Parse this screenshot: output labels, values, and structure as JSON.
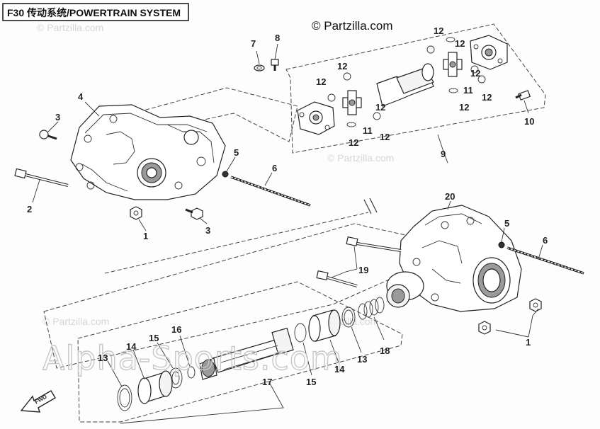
{
  "header": {
    "title": "F30 传动系统/POWERTRAIN SYSTEM",
    "copyright": "© Partzilla.com"
  },
  "watermarks": {
    "partzilla": "© Partzilla.com",
    "dealer": "Alpha-Sports.com"
  },
  "fwd_label": "FWD",
  "callouts": {
    "c1a": "1",
    "c1b": "1",
    "c2": "2",
    "c3a": "3",
    "c3b": "3",
    "c4": "4",
    "c5a": "5",
    "c5b": "5",
    "c6a": "6",
    "c6b": "6",
    "c7": "7",
    "c8": "8",
    "c9": "9",
    "c10": "10",
    "c11a": "11",
    "c11b": "11",
    "c12a": "12",
    "c12b": "12",
    "c12c": "12",
    "c12d": "12",
    "c12e": "12",
    "c12f": "12",
    "c12g": "12",
    "c12h": "12",
    "c12i": "12",
    "c12j": "12",
    "c13a": "13",
    "c13b": "13",
    "c14a": "14",
    "c14b": "14",
    "c15a": "15",
    "c15b": "15",
    "c16": "16",
    "c17": "17",
    "c18": "18",
    "c19": "19",
    "c20": "20"
  }
}
